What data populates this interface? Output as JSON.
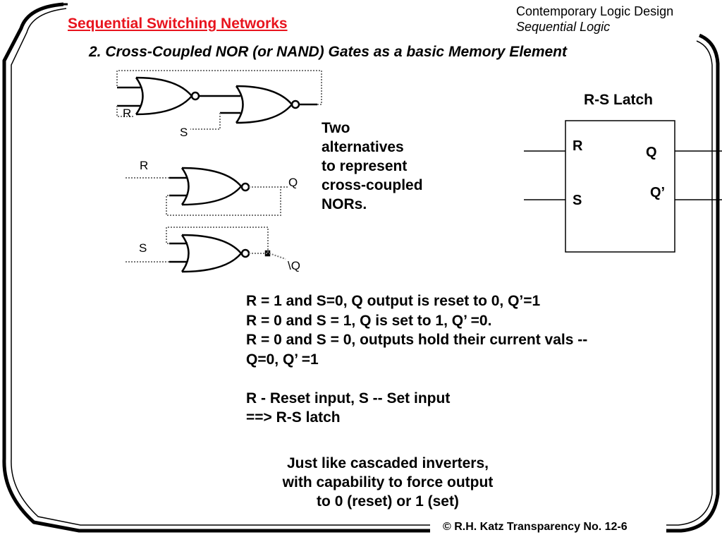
{
  "header": {
    "title": "Sequential Switching Networks",
    "course": "Contemporary Logic Design",
    "topic": "Sequential Logic"
  },
  "subtitle": "2.  Cross-Coupled NOR (or NAND)  Gates as a basic Memory Element",
  "diagram1": {
    "r_label": "R",
    "s_label": "S"
  },
  "diagram2": {
    "r_label": "R",
    "s_label": "S",
    "q_label": "Q",
    "qbar_label": "\\Q"
  },
  "alternatives_text": "Two\nalternatives\nto represent\ncross-coupled\nNORs.",
  "latch": {
    "title": "R-S Latch",
    "r": "R",
    "s": "S",
    "q": "Q",
    "qprime": "Q’"
  },
  "facts": [
    "R = 1 and S=0, Q output is reset to 0, Q’=1",
    "R = 0 and S = 1, Q is set to 1, Q’ =0.",
    "R = 0 and S = 0, outputs hold their current vals --",
    "Q=0, Q’ =1",
    "",
    "R - Reset input, S -- Set input",
    "==> R-S latch"
  ],
  "closing": [
    "Just like cascaded inverters,",
    "with capability to force output",
    "to 0 (reset) or 1 (set)"
  ],
  "footer": "© R.H. Katz   Transparency No. 12-6"
}
